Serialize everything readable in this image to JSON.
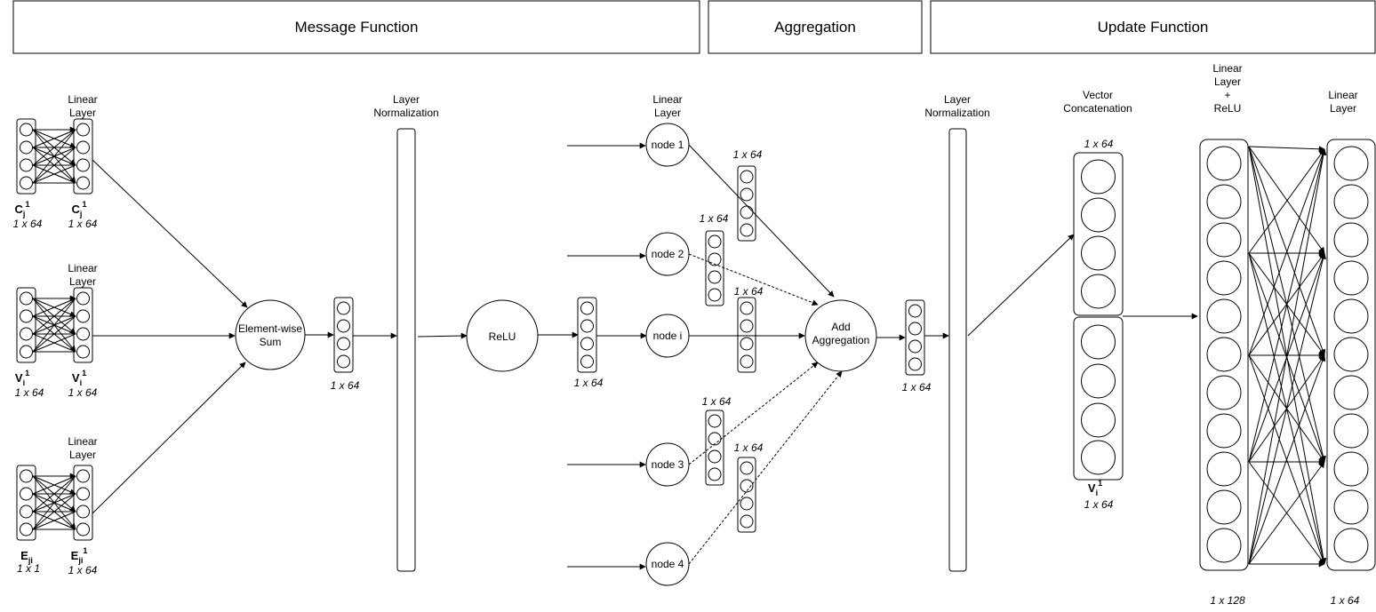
{
  "headers": {
    "message": "Message Function",
    "aggregation": "Aggregation",
    "update": "Update Function"
  },
  "labels": {
    "linear_layer": [
      "Linear",
      "Layer"
    ],
    "layer_norm": [
      "Layer",
      "Normalization"
    ],
    "element_sum": [
      "Element-wise",
      "Sum"
    ],
    "relu": "ReLU",
    "add_agg": [
      "Add",
      "Aggregation"
    ],
    "vector_concat": [
      "Vector",
      "Concatenation"
    ],
    "linear_relu": [
      "Linear",
      "Layer",
      "+",
      "ReLU"
    ],
    "node1": "node 1",
    "node2": "node 2",
    "nodei": "node i",
    "node3": "node 3",
    "node4": "node 4"
  },
  "vars": {
    "c": "C",
    "c_sub": "j",
    "v": "V",
    "v_sub": "i",
    "e": "E",
    "e_sub": "ji",
    "sup1": "1"
  },
  "dims": {
    "d64": "1 x 64",
    "d1": "1 x 1",
    "d128": "1 x 128"
  }
}
